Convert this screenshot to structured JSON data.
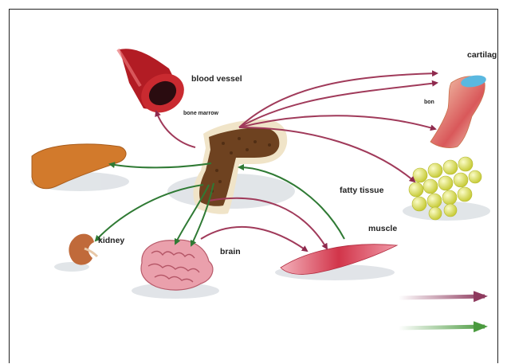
{
  "labels": {
    "blood_vessel": "blood vessel",
    "bone_marrow": "bone marrow",
    "cartilage": "cartilag",
    "bone": "bon",
    "fatty_tissue": "fatty tissue",
    "muscle": "muscle",
    "kidney": "kidney",
    "brain": "brain"
  },
  "colors": {
    "red_arrow": "#a8264a",
    "green_arrow": "#3a8a3a",
    "marrow": "#7a4a26",
    "vessel": "#a81820",
    "liver": "#d07a2a",
    "fat": "#e8ec7a",
    "muscle": "#d8485a",
    "brain": "#e89aa6"
  },
  "legend": {
    "red_arrow_icon": "red-arrow",
    "green_arrow_icon": "green-arrow"
  }
}
